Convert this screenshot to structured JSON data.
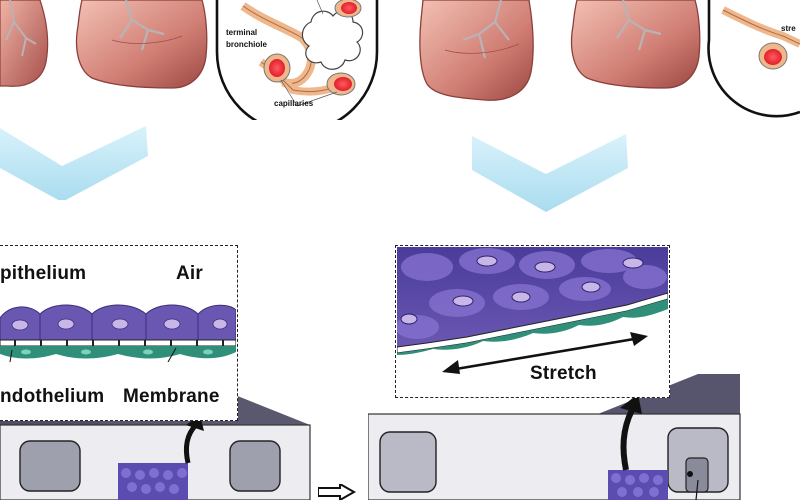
{
  "colors": {
    "lung_light": "#e6a096",
    "lung_dark": "#a34f4a",
    "airway": "#b9b3b6",
    "capillary_red": "#f3323c",
    "tissue_orange": "#eeb88c",
    "chevron_blue": "#bfe6f4",
    "cell_purple": "#6a57b2",
    "cell_nucleus": "#c9b6e8",
    "endothelium_green": "#2f8f78",
    "device_gray": "#4f4e66",
    "device_light": "#dcdbe4"
  },
  "left_panel": {
    "inset": {
      "terminal_label": "terminal",
      "bronchiole_label": "bronchiole",
      "capillaries_label": "capillaries"
    },
    "chevron_icon": "chevron-down-icon",
    "cross_section": {
      "epithelium_label": "pithelium",
      "air_label": "Air",
      "endothelium_label": "ndothelium",
      "membrane_label": "Membrane"
    },
    "device_icon": "organ-chip-device"
  },
  "right_panel": {
    "inset": {
      "stretch_label": "stre"
    },
    "chevron_icon": "chevron-down-icon",
    "cross_section": {
      "stretch_label": "Stretch"
    },
    "device_icon": "organ-chip-device"
  }
}
